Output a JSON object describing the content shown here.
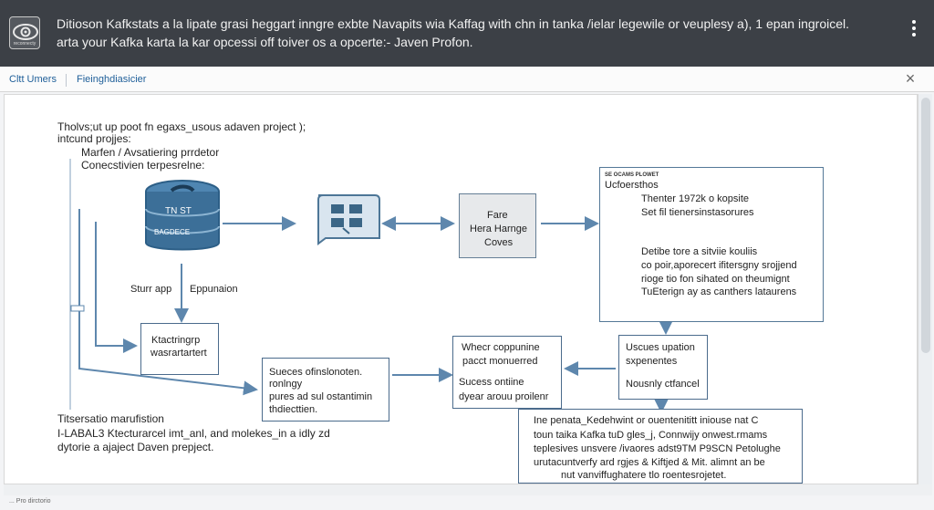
{
  "top": {
    "logo_text": "reconnecty",
    "notice_line_1": "Ditioson Kafkstats a la lipate grasi heggart inngre exbte Navapits wia Kaffag with chn in tanka /ielar legewile or veuplesy a), 1 epan ingroicel.",
    "notice_line_2": "arta your Kafka karta la kar opcessi off toiver os a opcerte:- Javen Profon."
  },
  "tabs": [
    "Cltt Umers",
    "Fieinghdiasicier"
  ],
  "intro": {
    "line_1": "Tholvs;ut up poot fn egaxs_usous adaven project );",
    "line_2": "intcund projjes:",
    "line_3": "Marfen / Avsatiering prrdetor",
    "line_4": "Conecstivien terpesrelne:"
  },
  "diagram": {
    "db_line_1": "TN ST",
    "db_line_2": "BAGDECE",
    "gray_box": [
      "Fare",
      "Hera Harnge",
      "Coves"
    ],
    "start_app": "Sturr app",
    "expansion": "Eppunaion",
    "kitchen_box": [
      "Ktactringrp",
      "wasrartartert"
    ],
    "success_box": [
      "Sueces ofinslonoten.",
      "ronlngy",
      "pures ad sul ostantimin",
      "thdiecttien."
    ],
    "center_box": [
      "Whecr coppunine",
      "pacct monuerred",
      "Sucess ontiine",
      "dyear arouu proilenr"
    ],
    "upsate_box": [
      "Uscues upation",
      "sxpenentes",
      "Nousnly ctfancel"
    ],
    "info_box": {
      "title": "SE OCAMS PLOWET",
      "lines": [
        "Ucfoersthos",
        "Thenter 1972k o kopsite",
        "Set fil tienersinstasorures",
        "Detibe tore a sitviie kouliis",
        "co poir,aporecert ifitersgny srojjend",
        "rioge tio fon sihated on theumignt",
        "TuEterign ay as canthers lataurens"
      ]
    },
    "footer_box": [
      "Ine penata_Kedehwint or ouentenititt iniouse nat C",
      "toun taika Kafka tuD gles_j, Connwijy onwest.rmams",
      "teplesives unsvere /ivaores adst9TM P9SCN Petolughe",
      "urutacuntverfy ard rgjes & Kiftjed & Mit. alimnt an be",
      "nut vanviffughatere tlo roentesrojetet."
    ]
  },
  "footer_left": {
    "line_1": "Titsersatio marufistion",
    "line_2": "I-LABAL3 Ktecturarcel imt_anl, and molekes_in a idly zd",
    "line_3": "dytorie a ajaject Daven prepject."
  },
  "bottom": "... Pro dirctorio"
}
